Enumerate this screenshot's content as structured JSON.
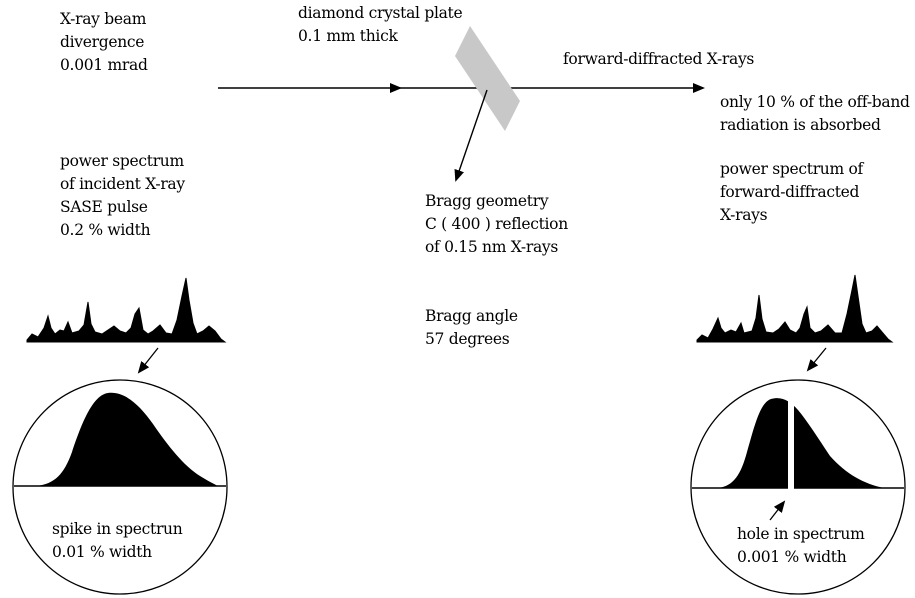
{
  "labels": {
    "beam": [
      "X-ray beam",
      "divergence",
      "0.001 mrad"
    ],
    "crystal": [
      "diamond crystal plate",
      "0.1 mm thick"
    ],
    "forward": [
      "forward-diffracted X-rays"
    ],
    "absorbed": [
      "only 10 % of the off-band",
      "radiation is absorbed"
    ],
    "incident_spectrum": [
      "power spectrum",
      "of incident X-ray",
      "SASE pulse",
      "0.2 % width"
    ],
    "bragg_geometry": [
      "Bragg geometry",
      "C ( 400 ) reflection",
      "of 0.15 nm X-rays"
    ],
    "bragg_angle": [
      "Bragg angle",
      "57 degrees"
    ],
    "forward_spectrum": [
      "power spectrum of",
      "forward-diffracted",
      "X-rays"
    ],
    "spike": [
      "spike in spectrun",
      "0.01 % width"
    ],
    "hole": [
      "hole in spectrum",
      "0.001 % width"
    ]
  },
  "colors": {
    "ink": "#000000",
    "crystal_fill": "#c8c8c8",
    "background": "#ffffff"
  }
}
